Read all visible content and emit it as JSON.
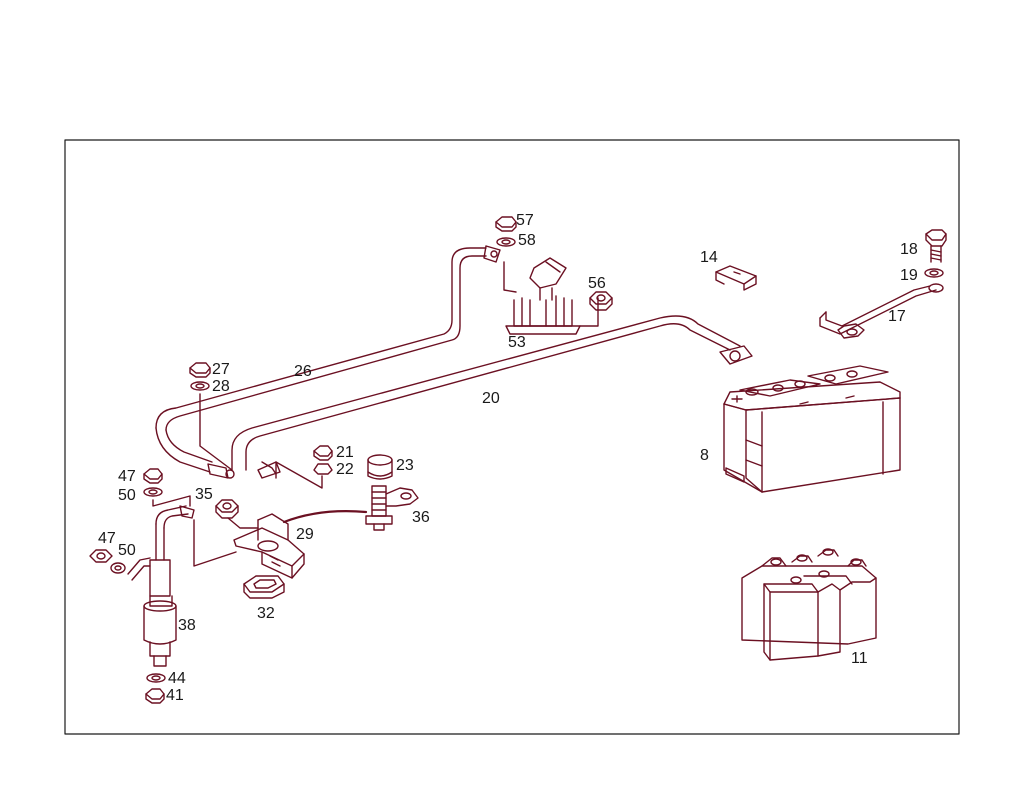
{
  "colors": {
    "line": "#6b1022",
    "label": "#1a1a1a",
    "background": "#ffffff"
  },
  "diagram": {
    "labels": [
      {
        "id": "57",
        "text": "57"
      },
      {
        "id": "58",
        "text": "58"
      },
      {
        "id": "56",
        "text": "56"
      },
      {
        "id": "53",
        "text": "53"
      },
      {
        "id": "14",
        "text": "14"
      },
      {
        "id": "18",
        "text": "18"
      },
      {
        "id": "19",
        "text": "19"
      },
      {
        "id": "17",
        "text": "17"
      },
      {
        "id": "27",
        "text": "27"
      },
      {
        "id": "28",
        "text": "28"
      },
      {
        "id": "26",
        "text": "26"
      },
      {
        "id": "20",
        "text": "20"
      },
      {
        "id": "8",
        "text": "8"
      },
      {
        "id": "21",
        "text": "21"
      },
      {
        "id": "22",
        "text": "22"
      },
      {
        "id": "23",
        "text": "23"
      },
      {
        "id": "47a",
        "text": "47"
      },
      {
        "id": "50a",
        "text": "50"
      },
      {
        "id": "35",
        "text": "35"
      },
      {
        "id": "29",
        "text": "29"
      },
      {
        "id": "36",
        "text": "36"
      },
      {
        "id": "47b",
        "text": "47"
      },
      {
        "id": "50b",
        "text": "50"
      },
      {
        "id": "32",
        "text": "32"
      },
      {
        "id": "38",
        "text": "38"
      },
      {
        "id": "11",
        "text": "11"
      },
      {
        "id": "44",
        "text": "44"
      },
      {
        "id": "41",
        "text": "41"
      }
    ]
  }
}
